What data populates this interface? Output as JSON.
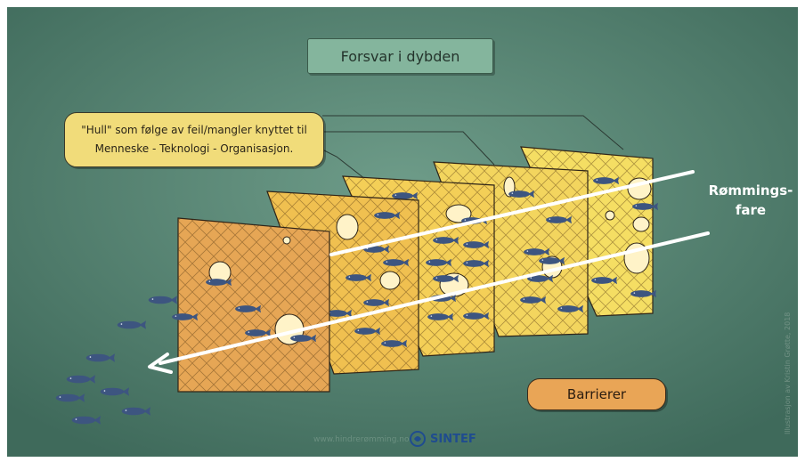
{
  "title": "Forsvar i dybden",
  "callout": {
    "line1": "\"Hull\" som følge av feil/mangler knyttet til",
    "line2": "Menneske - Teknologi - Organisasjon."
  },
  "risk_label": {
    "line1": "Rømmings-",
    "line2": "fare"
  },
  "barriers_label": "Barrierer",
  "footer": {
    "url": "www.hindrerømming.no",
    "logo_text": "SINTEF"
  },
  "credit": "Illustrasjon av Kristin Grøtte, 2018",
  "colors": {
    "background": "#4c7a6a",
    "barrier_front": "#e6a655",
    "barrier_back": "#f3da5e",
    "fish": "#3d5580",
    "arrow": "#ffffff"
  },
  "icons": [
    "fish-icon",
    "arrow-icon",
    "sintef-logo-icon"
  ]
}
